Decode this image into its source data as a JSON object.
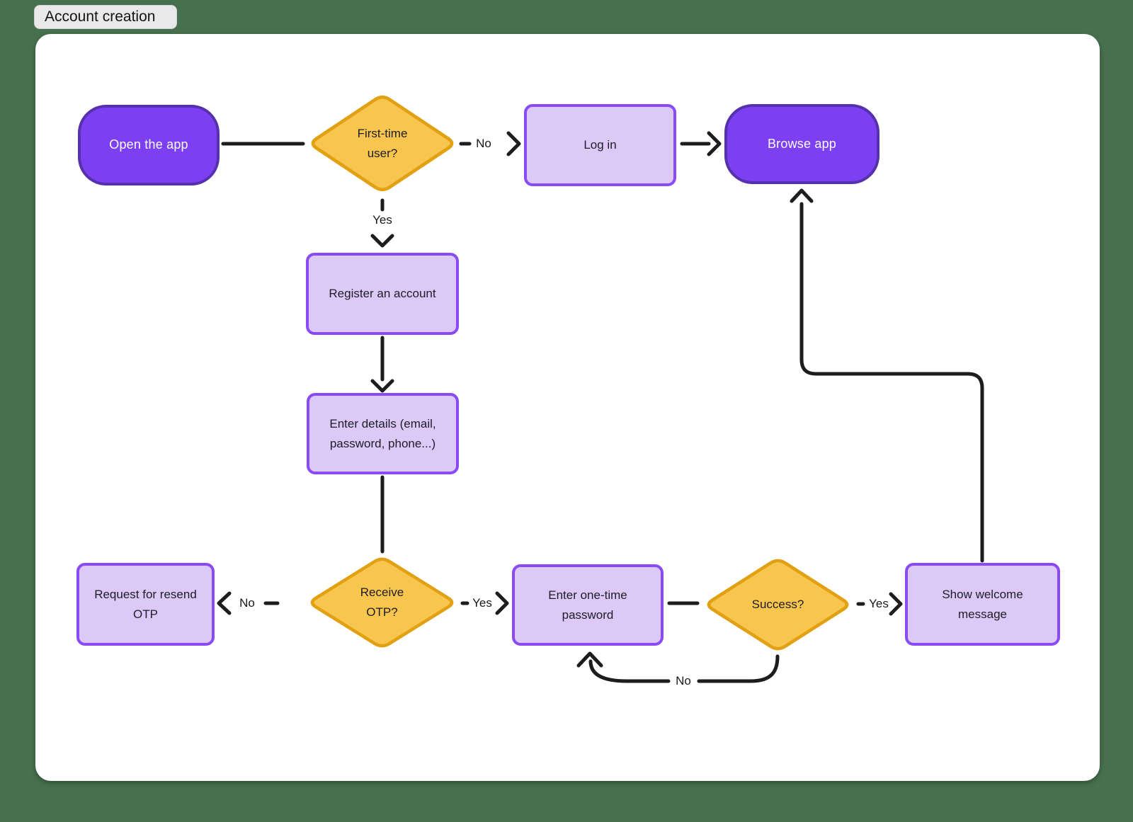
{
  "tab": {
    "label": "Account creation"
  },
  "diagram_title": "Account creation",
  "colors": {
    "page_background": "#47704E",
    "canvas": "#FFFFFF",
    "terminal_fill": "#7C3FF2",
    "terminal_border": "#5631AE",
    "process_fill": "#DCC9F8",
    "process_border": "#8A4BF4",
    "decision_fill": "#F8C54E",
    "decision_border": "#E2A112",
    "connector": "#1D1D1F"
  },
  "nodes": {
    "open_app": {
      "type": "terminal",
      "lines": [
        "Open the app"
      ]
    },
    "first_time": {
      "type": "decision",
      "lines": [
        "First-time",
        "user?"
      ]
    },
    "log_in": {
      "type": "process",
      "lines": [
        "Log in"
      ]
    },
    "browse_app": {
      "type": "terminal",
      "lines": [
        "Browse app"
      ]
    },
    "register": {
      "type": "process",
      "lines": [
        "Register an account"
      ]
    },
    "enter_details": {
      "type": "process",
      "lines": [
        "Enter details (email,",
        "password, phone...)"
      ]
    },
    "resend_otp": {
      "type": "process",
      "lines": [
        "Request for resend",
        "OTP"
      ]
    },
    "receive_otp": {
      "type": "decision",
      "lines": [
        "Receive",
        "OTP?"
      ]
    },
    "enter_otp": {
      "type": "process",
      "lines": [
        "Enter one-time",
        "password"
      ]
    },
    "success": {
      "type": "decision",
      "lines": [
        "Success?"
      ]
    },
    "welcome": {
      "type": "process",
      "lines": [
        "Show welcome",
        "message"
      ]
    }
  },
  "edge_labels": {
    "first_time_no": "No",
    "first_time_yes": "Yes",
    "receive_no": "No",
    "receive_yes": "Yes",
    "success_yes": "Yes",
    "success_no": "No"
  }
}
